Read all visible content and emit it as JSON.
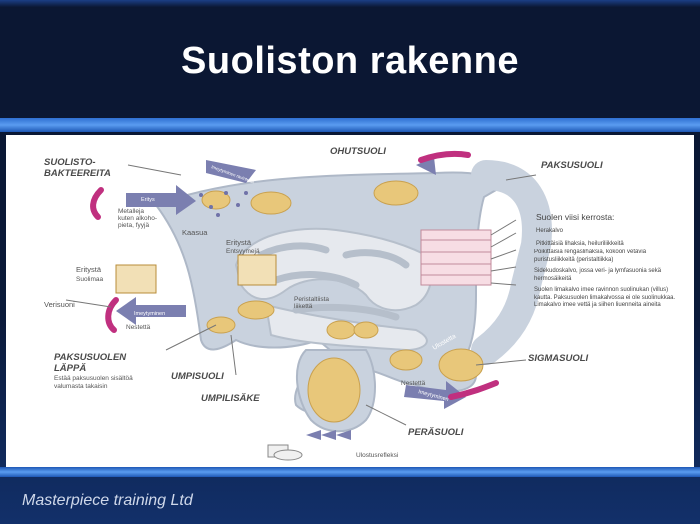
{
  "slide": {
    "title": "Suoliston rakenne",
    "footer": "Masterpiece training Ltd"
  },
  "diagram": {
    "labels": {
      "suolistobakteereita_1": "SUOLISTO-",
      "suolistobakteereita_2": "BAKTEEREITA",
      "ohutsuoli": "OHUTSUOLI",
      "paksusuoli": "PAKSUSUOLI",
      "sigmasuoli": "SIGMASUOLI",
      "perasuoli": "PERÄSUOLI",
      "umpisuoli": "UMPISUOLI",
      "umpilisake": "UMPILISÄKE",
      "lappa_1": "PAKSUSUOLEN",
      "lappa_2": "LÄPPÄ",
      "lappa_desc_1": "Estää paksusuolen sisältöä",
      "lappa_desc_2": "valumasta takaisin",
      "verisuoni": "Verisuoni",
      "eritysta": "Eritystä",
      "suolimaa": "Suolimaa",
      "eritysta2": "Eritystä",
      "entsyymeja": "Entsyymejä",
      "kaasua": "Kaasua",
      "metalleja_1": "Metalleja",
      "metalleja_2": "kuten alkoho-",
      "metalleja_3": "pieta, fyyjä",
      "peristaltiikka_1": "Peristaltiista",
      "peristaltiikka_2": "liikettä",
      "nestetta_left": "Nestettä",
      "nestetta_right": "Nestettä",
      "ulosteita": "Ulostetta",
      "ulostusrefleksi": "Ulostusrefleksi",
      "arrow_imeytyminen_top": "Imeytyminen ravinteita",
      "arrow_eritys": "Eritys",
      "arrow_imeytyminen_left": "Imeytyminen",
      "arrow_imeytyminen_right": "Imeytyminen"
    },
    "layers": {
      "heading": "Suolen viisi kerrosta:",
      "items": [
        "Herakalvo",
        "Pitkittäisiä lihaksia, heiluriliikkeitä",
        "Poikittaisia rengaslihaksia, kokoon vetäviä puristusliikkeitä (peristaltiikka)",
        "Sidekudoskalvo, jossa veri- ja lymfasuonia sekä hermosäikeitä",
        "Suolen limakalvo imee ravinnon suolinukan (villus) kautta. Paksusuolen limakalvossa ei ole suolinukkaa. Limakalvo imee vettä ja siihen liuenneita aineita"
      ]
    },
    "colors": {
      "intestine": "#c9d2de",
      "small_intestine": "#e6e9ee",
      "content": "#e8c77a",
      "arrow": "#7b7fb0",
      "accent": "#c0307f",
      "label": "#4a4a4a"
    }
  }
}
